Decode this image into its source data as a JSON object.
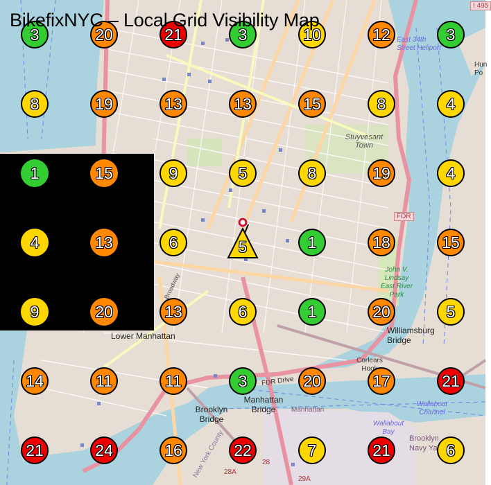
{
  "title": "BikefixNYC – Local Grid Visibility Map",
  "colors": {
    "green": "#33cc33",
    "yellow": "#ffd700",
    "orange": "#ff8800",
    "red": "#ee0000",
    "water": "#aad3df",
    "land": "#e8e0d8",
    "mask": "#000000"
  },
  "grid": {
    "rows": [
      [
        3,
        20,
        21,
        3,
        10,
        12,
        3
      ],
      [
        8,
        19,
        13,
        13,
        15,
        8,
        4
      ],
      [
        1,
        15,
        9,
        5,
        8,
        19,
        4
      ],
      [
        4,
        13,
        6,
        5,
        1,
        18,
        15
      ],
      [
        9,
        20,
        13,
        6,
        1,
        20,
        5
      ],
      [
        14,
        11,
        11,
        3,
        20,
        17,
        21
      ],
      [
        21,
        24,
        16,
        22,
        7,
        21,
        6
      ]
    ],
    "colors": [
      [
        "green",
        "orange",
        "red",
        "green",
        "yellow",
        "orange",
        "green"
      ],
      [
        "yellow",
        "orange",
        "orange",
        "orange",
        "orange",
        "yellow",
        "yellow"
      ],
      [
        "green",
        "orange",
        "yellow",
        "yellow",
        "yellow",
        "orange",
        "yellow"
      ],
      [
        "yellow",
        "orange",
        "yellow",
        "yellow",
        "green",
        "orange",
        "orange"
      ],
      [
        "yellow",
        "orange",
        "orange",
        "yellow",
        "green",
        "orange",
        "yellow"
      ],
      [
        "orange",
        "orange",
        "orange",
        "green",
        "orange",
        "orange",
        "red"
      ],
      [
        "red",
        "red",
        "orange",
        "red",
        "yellow",
        "red",
        "yellow"
      ]
    ]
  },
  "markers": {
    "r0": {
      "c0": "3",
      "c1": "20",
      "c2": "21",
      "c3": "3",
      "c4": "10",
      "c5": "12",
      "c6": "3"
    },
    "r1": {
      "c0": "8",
      "c1": "19",
      "c2": "13",
      "c3": "13",
      "c4": "15",
      "c5": "8",
      "c6": "4"
    },
    "r2": {
      "c0": "1",
      "c1": "15",
      "c2": "9",
      "c3": "5",
      "c4": "8",
      "c5": "19",
      "c6": "4"
    },
    "r3": {
      "c0": "4",
      "c1": "13",
      "c2": "6",
      "c3": "5",
      "c4": "1",
      "c5": "18",
      "c6": "15"
    },
    "r4": {
      "c0": "9",
      "c1": "20",
      "c2": "13",
      "c3": "6",
      "c4": "1",
      "c5": "20",
      "c6": "5"
    },
    "r5": {
      "c0": "14",
      "c1": "11",
      "c2": "11",
      "c3": "3",
      "c4": "20",
      "c5": "17",
      "c6": "21"
    },
    "r6": {
      "c0": "21",
      "c1": "24",
      "c2": "16",
      "c3": "22",
      "c4": "7",
      "c5": "21",
      "c6": "6"
    }
  },
  "current_location": {
    "value": "5",
    "icon": "location-pin-icon",
    "shape": "triangle"
  },
  "map_labels": {
    "lower_manhattan": "Lower Manhattan",
    "williamsburg_bridge": "Williamsburg Bridge",
    "manhattan_bridge": "Manhattan Bridge",
    "brooklyn_bridge": "Brooklyn Bridge",
    "stuyvesant_town": "Stuyvesant Town",
    "john_v_lindsay": "John V. Lindsay East River Park",
    "east_34th_heliport": "East 34th Street Heliport",
    "corlears_hook": "Corlears Hook",
    "wallabout_channel": "Wallabout Channel",
    "wallabout_bay": "Wallabout Bay",
    "brooklyn_navy_yard": "Brooklyn Navy Yard",
    "fdr_drive": "FDR Drive",
    "fdr_shield": "FDR",
    "broadway": "Broadway",
    "manhattan": "Manhattan",
    "new_york_county": "New York County",
    "i495": "I 495",
    "hunters_point": "Hun Po",
    "exit_28": "28",
    "exit_28a": "28A",
    "exit_29a": "29A"
  }
}
